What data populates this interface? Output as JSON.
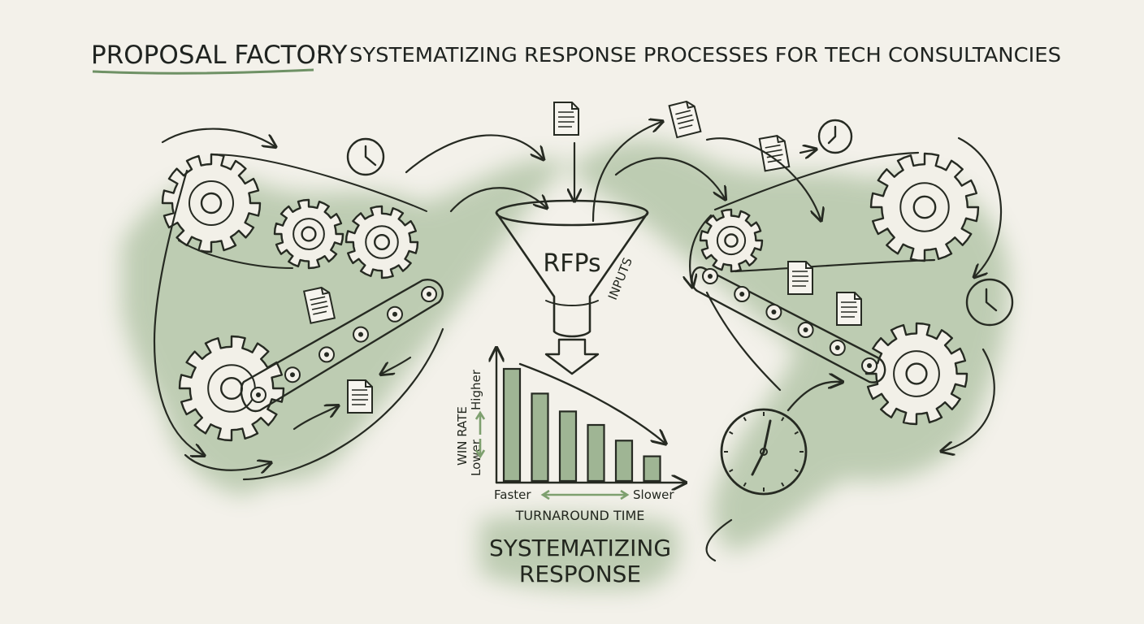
{
  "title": {
    "lead": "PROPOSAL FACTORY",
    "separator": ":",
    "rest": "SYSTEMATIZING RESPONSE PROCESSES FOR TECH CONSULTANCIES"
  },
  "funnel": {
    "label": "RFPs",
    "side_label": "INPUTS"
  },
  "chart_data": {
    "type": "bar",
    "values": [
      100,
      78,
      62,
      50,
      36,
      22
    ],
    "trend": "decreasing",
    "xlabel": "TURNAROUND TIME",
    "x_axis_ends": {
      "left": "Faster",
      "right": "Slower"
    },
    "ylabel": "WIN RATE",
    "y_axis_ends": {
      "bottom": "Lower",
      "top": "Higher"
    },
    "grid": false
  },
  "badge": {
    "line1": "SYSTEMATIZING",
    "line2": "RESPONSE"
  },
  "colors": {
    "ink": "#262a22",
    "wash": "#6e9165",
    "paper": "#f3f1ea",
    "accent_green": "#7ea06f"
  },
  "icons": [
    "gear-icon",
    "clock-icon",
    "document-icon",
    "funnel-icon",
    "conveyor-belt-icon",
    "arrow-icon"
  ]
}
